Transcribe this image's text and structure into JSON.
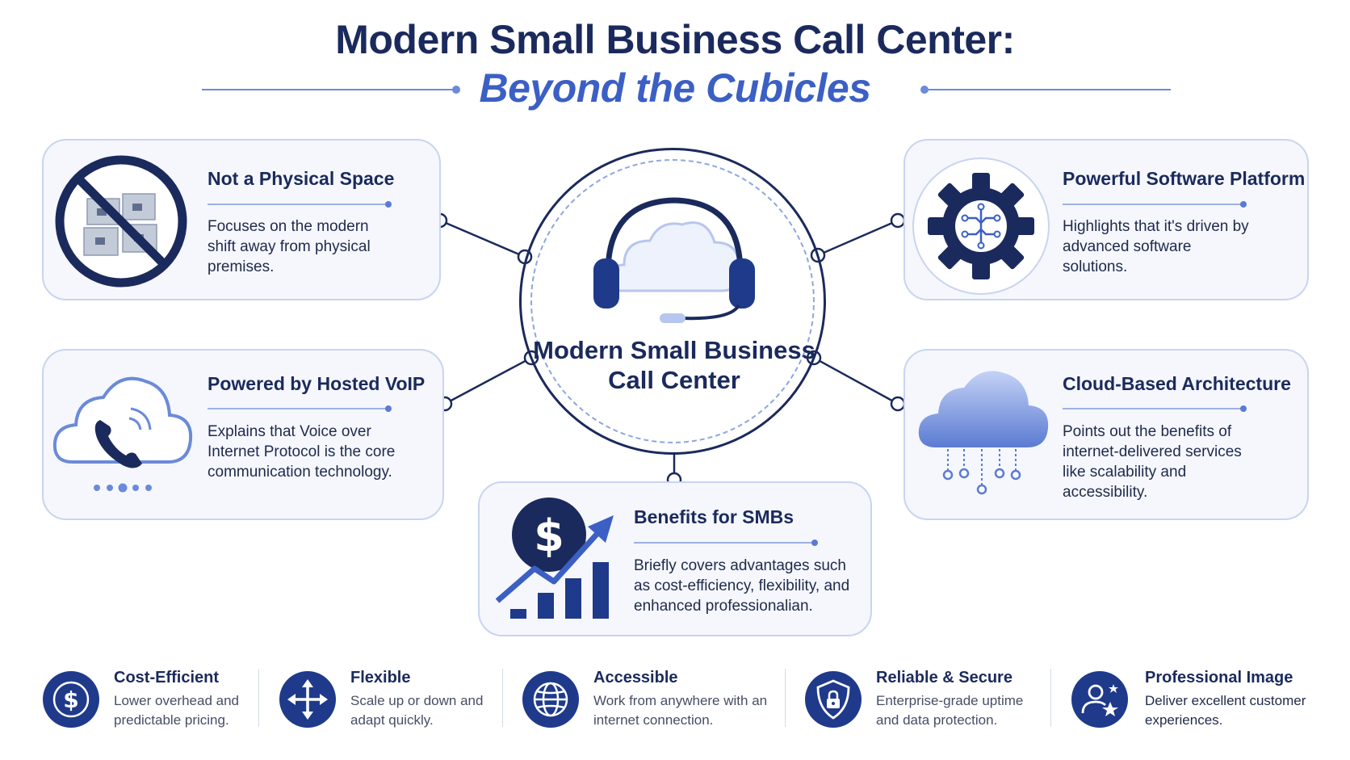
{
  "header": {
    "title": "Modern Small Business Call Center:",
    "subtitle": "Beyond the Cubicles"
  },
  "hub": {
    "title": "Modern Small Business Call Center"
  },
  "cards": {
    "physical": {
      "title": "Not a Physical Space",
      "text": "Focuses on the modern shift away from physical premises."
    },
    "software": {
      "title": "Powerful Software Platform",
      "text": "Highlights that it's driven by advanced software solutions."
    },
    "voip": {
      "title": "Powered by Hosted VoIP",
      "text": "Explains that Voice over Internet Protocol is the core communication technology."
    },
    "cloud": {
      "title": "Cloud-Based Architecture",
      "text": "Points out the benefits of internet-delivered services like scalability and accessibility."
    },
    "benefits": {
      "title": "Benefits for SMBs",
      "text": "Briefly covers advantages such as cost-efficiency, flexibility, and enhanced professionalian."
    }
  },
  "features": [
    {
      "title": "Cost-Efficient",
      "text": "Lower overhead and predictable pricing.",
      "icon": "dollar-icon"
    },
    {
      "title": "Flexible",
      "text": "Scale up or down and adapt quickly.",
      "icon": "arrows-icon"
    },
    {
      "title": "Accessible",
      "text": "Work from anywhere with an internet connection.",
      "icon": "globe-icon"
    },
    {
      "title": "Reliable & Secure",
      "text": "Enterprise-grade uptime and data protection.",
      "icon": "shield-lock-icon"
    },
    {
      "title": "Professional Image",
      "text": "Deliver excellent customer experiences.",
      "icon": "user-star-icon"
    }
  ],
  "colors": {
    "navy": "#1b2a5c",
    "accent": "#3b5fc4",
    "icon_bg": "#1f3a8a",
    "card_bg": "#f5f7fd",
    "card_border": "#c9d4ef"
  }
}
